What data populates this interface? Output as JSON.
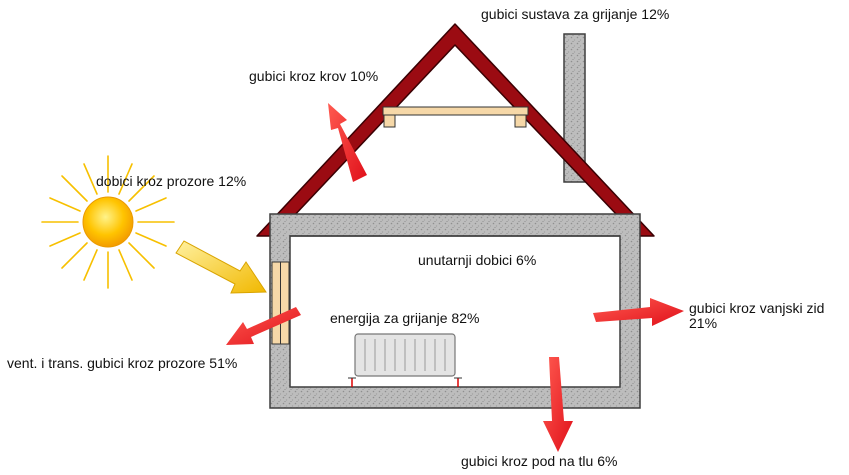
{
  "labels": {
    "heating_system_losses": "gubici sustava za grijanje 12%",
    "roof_losses": "gubici kroz krov 10%",
    "window_gains": "dobici kroz prozore 12%",
    "internal_gains": "unutarnji dobici 6%",
    "heating_energy": "energija za grijanje 82%",
    "wall_losses_line1": "gubici kroz vanjski zid",
    "wall_losses_line2": "21%",
    "window_vent_losses": "vent. i trans. gubici kroz prozore 51%",
    "floor_losses": "gubici kroz pod na tlu 6%"
  },
  "colors": {
    "roof": "#9b0b12",
    "roof_outline": "#3a0003",
    "wall": "#b8b8b8",
    "wall_outline": "#3f3f3f",
    "beam": "#f6d8a8",
    "loss_arrow": "#ee1c24",
    "gain_arrow": "#f5c518",
    "sun": "#f7b500",
    "radiator": "#e4e4e4"
  },
  "icons": {
    "sun": "sun-icon",
    "radiator": "radiator-icon"
  }
}
